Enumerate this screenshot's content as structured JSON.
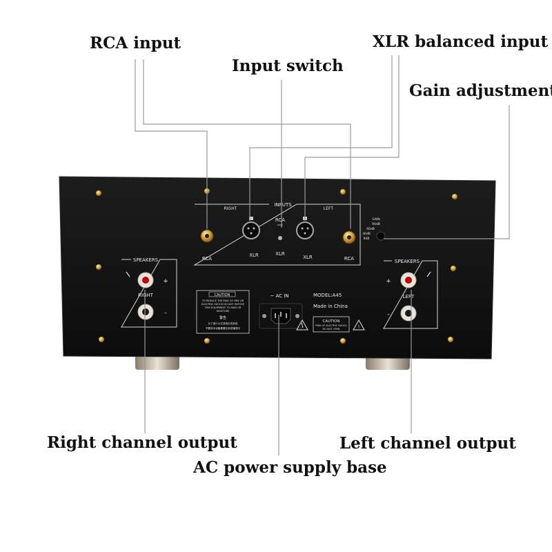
{
  "callouts": {
    "rca_input": "RCA input",
    "input_switch": "Input switch",
    "xlr_balanced_input": "XLR balanced input",
    "gain_adjustment": "Gain adjustment",
    "right_channel_output": "Right channel output",
    "ac_power_supply_base": "AC power supply base",
    "left_channel_output": "Left channel output"
  },
  "panel": {
    "inputs_title": "INPUTS",
    "right": "RIGHT",
    "left": "LEFT",
    "rca_switch_top": "RCA",
    "xlr_switch_bottom": "XLR",
    "rca_left_jack": "RCA",
    "xlr_left_jack": "XLR",
    "xlr_right_jack": "XLR",
    "rca_right_jack": "RCA",
    "gain_title": "GAIN",
    "gain_90": "90dB",
    "gain_60": "60dB",
    "gain_30": "30dB",
    "gain_0": "0dB",
    "speakers_right_title": "SPEAKERS",
    "speakers_right_label": "RIGHT",
    "speakers_left_title": "SPEAKERS",
    "speakers_left_label": "LEFT",
    "plus": "+",
    "minus": "-",
    "caution_title": "CAUTION",
    "caution_line1": "TO REDUCE THE RISK OF FIRE OR",
    "caution_line2": "ELECTRIC SHOCK DO NOT EXPOSE",
    "caution_line3": "THIS EQUIPMENT TO RAIN OR",
    "caution_line4": "MOISTURE",
    "warning_cn": "警告",
    "warning_cn_line1": "为了减少火灾或电击的危险",
    "warning_cn_line2": "不要将本设备暴露在雨或潮湿中",
    "ac_in": "~ AC IN",
    "model": "MODEL:A45",
    "made_in": "Made in China",
    "caution2_title": "CAUTION",
    "caution2_line1": "RISK OF ELECTRIC SHOCK",
    "caution2_line2": "DO NOT OPEN"
  },
  "colors": {
    "panel": "#141414",
    "gold": "#c9982c",
    "line": "#d8d8d8",
    "leader": "#9a9a9a"
  }
}
